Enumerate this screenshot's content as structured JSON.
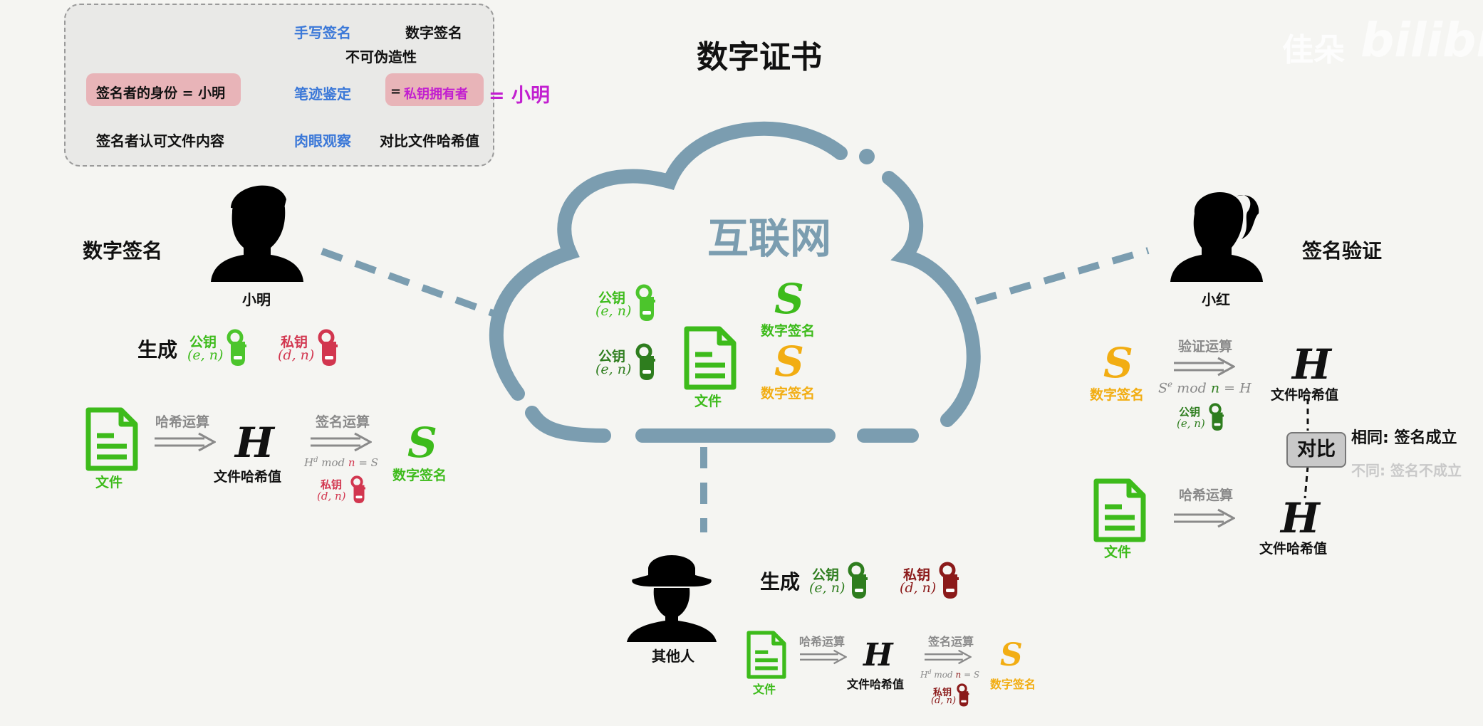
{
  "title": "数字证书",
  "watermark": {
    "name": "佳朵",
    "brand": "bilibili"
  },
  "legend": {
    "col_handwritten": "手写签名",
    "col_digital": "数字签名",
    "unforgeable": "不可伪造性",
    "signer_identity": "签名者的身份 = 小明",
    "handwriting_check": "笔迹鉴定",
    "private_key_owner": "私钥拥有者",
    "eq_prefix": "= ",
    "eq_xiaoming": "= 小明",
    "signer_accepts": "签名者认可文件内容",
    "eye_check": "肉眼观察",
    "compare_hash": "对比文件哈希值"
  },
  "cloud": {
    "label": "互联网"
  },
  "left": {
    "section": "数字签名",
    "person": "小明",
    "generate": "生成",
    "file": "文件",
    "hash_op": "哈希运算",
    "sign_op": "签名运算",
    "hash_value": "文件哈希值",
    "signature": "数字签名"
  },
  "right": {
    "section": "签名验证",
    "person": "小红",
    "verify_op": "验证运算",
    "hash_op": "哈希运算",
    "hash_value": "文件哈希值",
    "hash_value2": "文件哈希值",
    "signature": "数字签名",
    "file": "文件",
    "compare": "对比",
    "same": "相同: 签名成立",
    "diff": "不同: 签名不成立"
  },
  "bottom": {
    "person": "其他人",
    "generate": "生成",
    "file": "文件",
    "hash_op": "哈希运算",
    "sign_op": "签名运算",
    "hash_value": "文件哈希值",
    "signature": "数字签名"
  },
  "keys": {
    "public": "公钥",
    "private": "私钥",
    "pub_params": "(e, n)",
    "priv_params": "(d, n)"
  },
  "symbols": {
    "S": "S",
    "H": "H",
    "mod": "mod"
  },
  "colors": {
    "cloud": "#7b9db0",
    "green_key": "#4cc52c",
    "dark_green_key": "#2e7d1e",
    "red_key": "#d2364f",
    "dark_red_key": "#8b1a1a",
    "gold": "#f2ad12",
    "blue": "#3b78d8",
    "magenta": "#c21fd0"
  }
}
